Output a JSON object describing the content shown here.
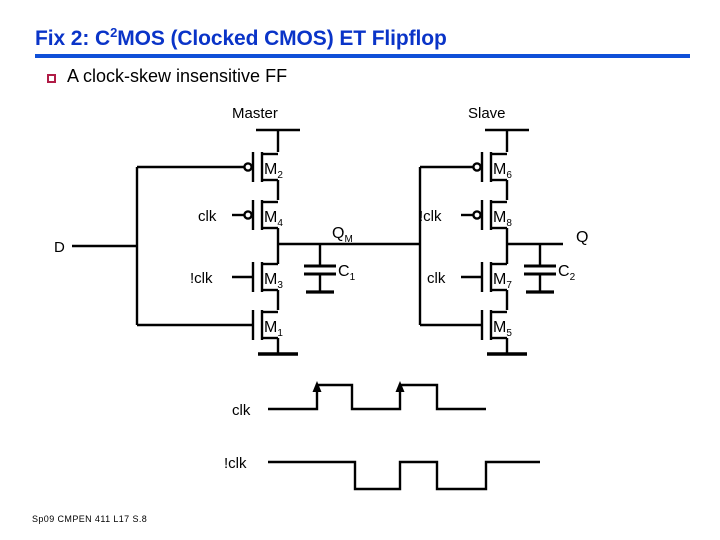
{
  "slide": {
    "title_prefix": "Fix 2:  C",
    "title_sup": "2",
    "title_rest": "MOS (Clocked CMOS) ET Flipflop",
    "title_full": "Fix 2:  C2MOS (Clocked CMOS) ET Flipflop",
    "accent_color": "#0a34c8",
    "rule_color": "#1050d8",
    "bullet_color": "#b01c46",
    "bullets": [
      {
        "text": "A clock-skew insensitive FF"
      }
    ],
    "footer": "Sp09  CMPEN 411  L17  S.8"
  },
  "circuit": {
    "stage_labels": {
      "master": "Master",
      "slave": "Slave"
    },
    "io": {
      "input_d": "D",
      "node_qm": "Q",
      "node_qm_sub": "M",
      "output_q": "Q"
    },
    "clocks": {
      "clk": "clk",
      "clk_bar": "!clk"
    },
    "capacitors": [
      {
        "name": "C",
        "sub": "1",
        "node": "QM"
      },
      {
        "name": "C",
        "sub": "2",
        "node": "Q"
      }
    ],
    "transistors": [
      {
        "name": "M",
        "sub": "2",
        "type": "pmos",
        "stage": "master",
        "gate": "D",
        "position": "top"
      },
      {
        "name": "M",
        "sub": "4",
        "type": "pmos",
        "stage": "master",
        "gate": "clk",
        "position": "upper-mid"
      },
      {
        "name": "M",
        "sub": "3",
        "type": "nmos",
        "stage": "master",
        "gate": "!clk",
        "position": "lower-mid"
      },
      {
        "name": "M",
        "sub": "1",
        "type": "nmos",
        "stage": "master",
        "gate": "D",
        "position": "bottom"
      },
      {
        "name": "M",
        "sub": "6",
        "type": "pmos",
        "stage": "slave",
        "gate": "QM",
        "position": "top"
      },
      {
        "name": "M",
        "sub": "8",
        "type": "pmos",
        "stage": "slave",
        "gate": "!clk",
        "position": "upper-mid"
      },
      {
        "name": "M",
        "sub": "7",
        "type": "nmos",
        "stage": "slave",
        "gate": "clk",
        "position": "lower-mid"
      },
      {
        "name": "M",
        "sub": "5",
        "type": "nmos",
        "stage": "slave",
        "gate": "QM",
        "position": "bottom"
      }
    ]
  },
  "timing": {
    "signals": [
      {
        "label": "clk",
        "polarity": "active-high",
        "edge_markers": 2
      },
      {
        "label": "!clk",
        "polarity": "active-low",
        "edge_markers": 0
      }
    ]
  }
}
